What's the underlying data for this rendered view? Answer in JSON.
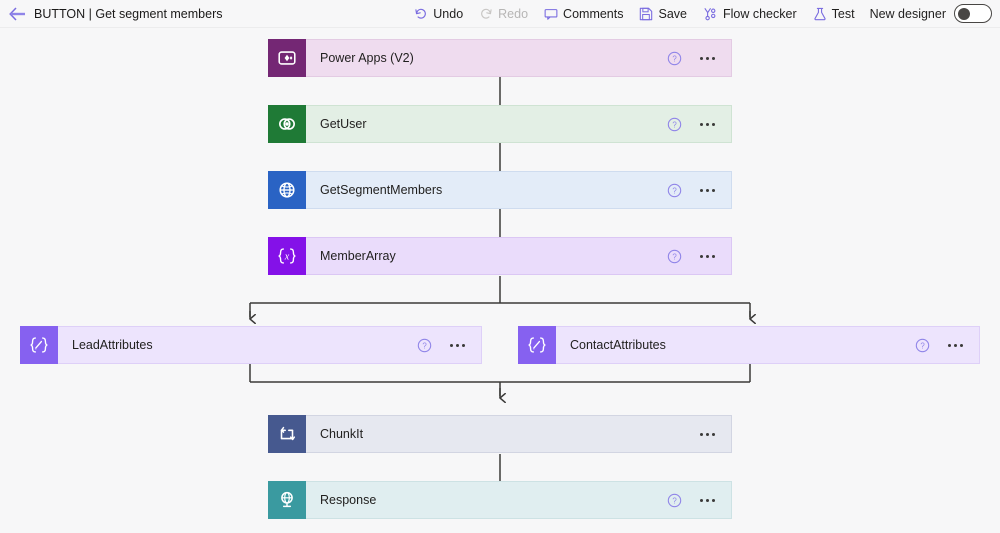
{
  "commandbar": {
    "back_icon": "arrow-left-icon",
    "title": "BUTTON | Get segment members",
    "actions": [
      {
        "id": "undo",
        "label": "Undo",
        "icon": "undo-icon",
        "disabled": false
      },
      {
        "id": "redo",
        "label": "Redo",
        "icon": "redo-icon",
        "disabled": true
      },
      {
        "id": "comments",
        "label": "Comments",
        "icon": "comment-icon",
        "disabled": false
      },
      {
        "id": "save",
        "label": "Save",
        "icon": "save-icon",
        "disabled": false
      },
      {
        "id": "flow-checker",
        "label": "Flow checker",
        "icon": "flow-checker-icon",
        "disabled": false
      },
      {
        "id": "test",
        "label": "Test",
        "icon": "flask-icon",
        "disabled": false
      }
    ],
    "new_designer": {
      "label": "New designer",
      "state": "off"
    }
  },
  "flow": {
    "nodes": [
      {
        "id": "trigger",
        "label": "Power Apps (V2)",
        "icon": "power-apps-icon",
        "tile_color": "#742774",
        "body_color": "#efdcef",
        "border_color": "#e3cbe3",
        "has_help": true,
        "has_menu": true
      },
      {
        "id": "get-user",
        "label": "GetUser",
        "icon": "dataverse-icon",
        "tile_color": "#1f7a36",
        "body_color": "#e3efe5",
        "border_color": "#cfe3d3",
        "has_help": true,
        "has_menu": true
      },
      {
        "id": "get-segment-members",
        "label": "GetSegmentMembers",
        "icon": "http-globe-icon",
        "tile_color": "#2a63c4",
        "body_color": "#e3ecf8",
        "border_color": "#cfdcef",
        "has_help": true,
        "has_menu": true
      },
      {
        "id": "member-array",
        "label": "MemberArray",
        "icon": "variable-braces-icon",
        "tile_color": "#8411e8",
        "body_color": "#eadcfb",
        "border_color": "#dbc7f4",
        "has_help": true,
        "has_menu": true
      },
      {
        "id": "lead-attributes",
        "label": "LeadAttributes",
        "icon": "compose-icon",
        "tile_color": "#8661f0",
        "body_color": "#ede4fd",
        "border_color": "#ded0f8",
        "has_help": true,
        "has_menu": true
      },
      {
        "id": "contact-attributes",
        "label": "ContactAttributes",
        "icon": "compose-icon",
        "tile_color": "#8661f0",
        "body_color": "#ede4fd",
        "border_color": "#ded0f8",
        "has_help": true,
        "has_menu": true
      },
      {
        "id": "chunk-it",
        "label": "ChunkIt",
        "icon": "do-until-loop-icon",
        "tile_color": "#46598f",
        "body_color": "#e6e8f0",
        "border_color": "#d2d5e2",
        "has_help": false,
        "has_menu": true
      },
      {
        "id": "response",
        "label": "Response",
        "icon": "response-globe-icon",
        "tile_color": "#3a9aa0",
        "body_color": "#e0eef0",
        "border_color": "#cde2e4",
        "has_help": true,
        "has_menu": true
      }
    ]
  }
}
